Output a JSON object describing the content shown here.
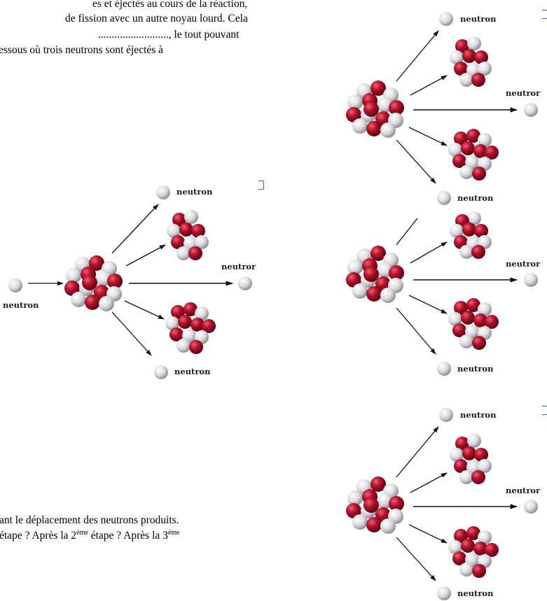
{
  "text": {
    "line1": "es et éjectés au cours de la réaction,",
    "line2": " de fission avec un autre noyau lourd. Cela",
    "line3": ".........................., le tout pouvant",
    "line4": "essous où trois neutrons sont éjectés à",
    "line5": "ant le déplacement des neutrons produits.",
    "line6_a": " étape ? Après la 2",
    "line6_sup1": "ème",
    "line6_b": " étape ? Après la 3",
    "line6_sup2": "ème"
  },
  "labels": {
    "neutron": "neutron",
    "neutron_cut": "neutror"
  },
  "colors": {
    "red_ball": "#b0122a",
    "white_ball": "#e8e8ea",
    "arrow": "#111111",
    "marker": "#3a5fcd"
  }
}
